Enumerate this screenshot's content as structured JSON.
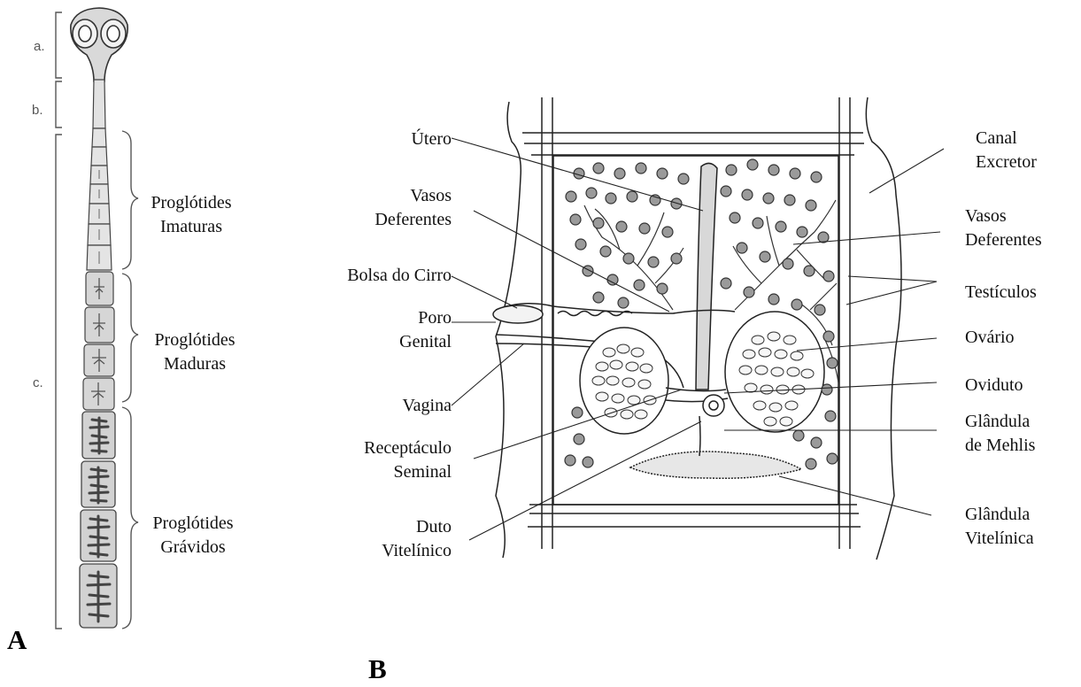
{
  "panel_a": {
    "panel_label": "A",
    "section_labels": [
      "a.",
      "b.",
      "c."
    ],
    "groups": [
      {
        "line1": "Proglótides",
        "line2": "Imaturas"
      },
      {
        "line1": "Proglótides",
        "line2": "Maduras"
      },
      {
        "line1": "Proglótides",
        "line2": "Grávidos"
      }
    ]
  },
  "panel_b": {
    "panel_label": "B",
    "left_labels": [
      {
        "line1": "Útero",
        "line2": ""
      },
      {
        "line1": "Vasos",
        "line2": "Deferentes"
      },
      {
        "line1": "Bolsa do Cirro",
        "line2": ""
      },
      {
        "line1": "Poro",
        "line2": "Genital"
      },
      {
        "line1": "Vagina",
        "line2": ""
      },
      {
        "line1": "Receptáculo",
        "line2": "Seminal"
      },
      {
        "line1": "Duto",
        "line2": "Vitelínico"
      }
    ],
    "right_labels": [
      {
        "line1": "Canal",
        "line2": "Excretor"
      },
      {
        "line1": "Vasos",
        "line2": "Deferentes"
      },
      {
        "line1": "Testículos",
        "line2": ""
      },
      {
        "line1": "Ovário",
        "line2": ""
      },
      {
        "line1": "Oviduto",
        "line2": ""
      },
      {
        "line1": "Glândula",
        "line2": "de Mehlis"
      },
      {
        "line1": "Glândula",
        "line2": "Vitelínica"
      }
    ]
  },
  "colors": {
    "outline": "#222222",
    "segment_fill": "#d6d6d6",
    "testis_fill": "#9a9a9a",
    "ovary_fill": "#ffffff"
  }
}
